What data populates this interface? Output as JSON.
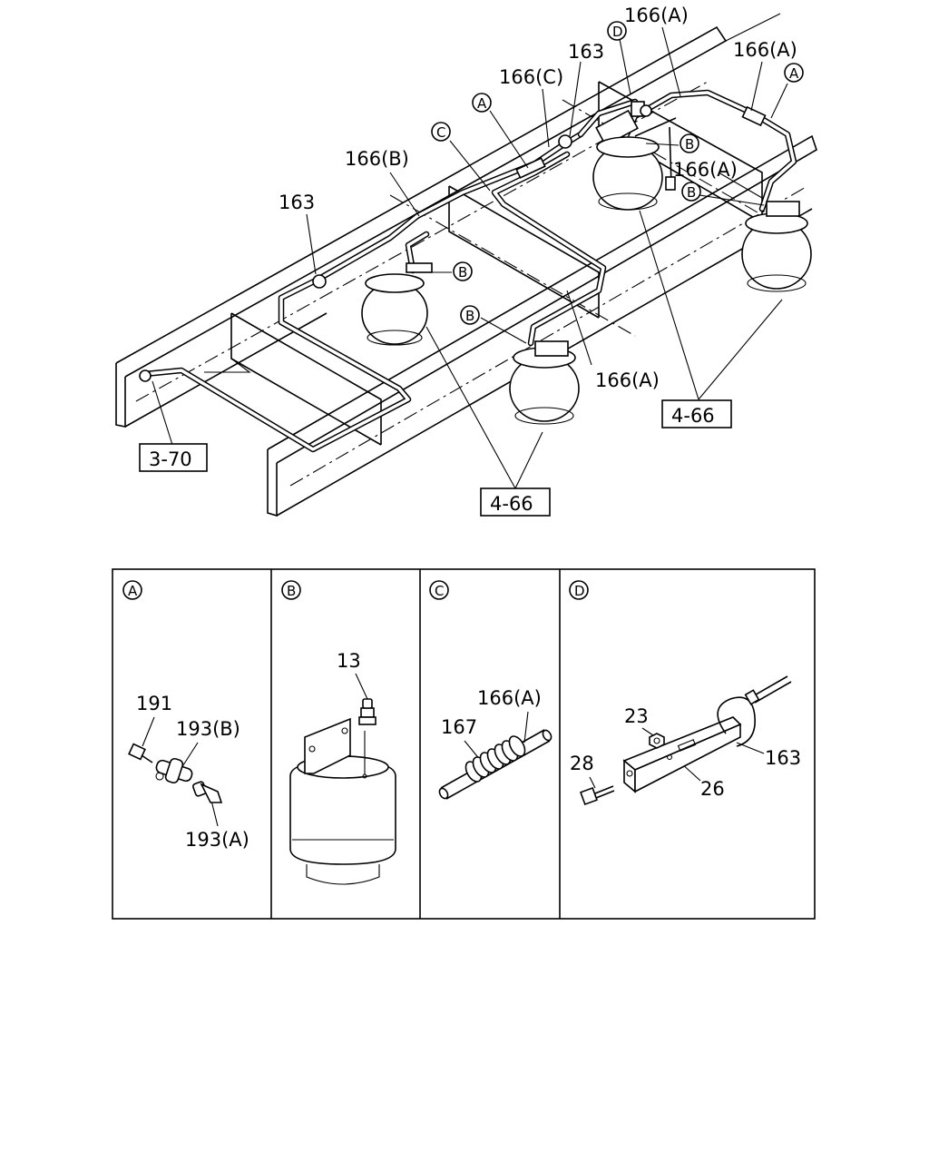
{
  "main_view": {
    "labels": {
      "l_166A_top": "166(A)",
      "l_166A_right": "166(A)",
      "l_163_top": "163",
      "l_166C": "166(C)",
      "l_166B": "166(B)",
      "l_163_left": "163",
      "l_166A_mid": "166(A)",
      "l_166A_lower": "166(A)",
      "box_370": "3-70",
      "box_466_right": "4-66",
      "box_466_bottom": "4-66"
    },
    "markers": {
      "m_D_top": "D",
      "m_A_right": "A",
      "m_A_left": "A",
      "m_C_top": "C",
      "m_B_1": "B",
      "m_B_2": "B",
      "m_B_3": "B",
      "m_B_4": "B"
    }
  },
  "details": [
    {
      "id": "A",
      "marker": "A",
      "labels": {
        "p191": "191",
        "p193B": "193(B)",
        "p193A": "193(A)"
      }
    },
    {
      "id": "B",
      "marker": "B",
      "labels": {
        "p13": "13"
      }
    },
    {
      "id": "C",
      "marker": "C",
      "labels": {
        "p166A": "166(A)",
        "p167": "167"
      }
    },
    {
      "id": "D",
      "marker": "D",
      "labels": {
        "p23": "23",
        "p28": "28",
        "p26": "26",
        "p163": "163"
      }
    }
  ]
}
